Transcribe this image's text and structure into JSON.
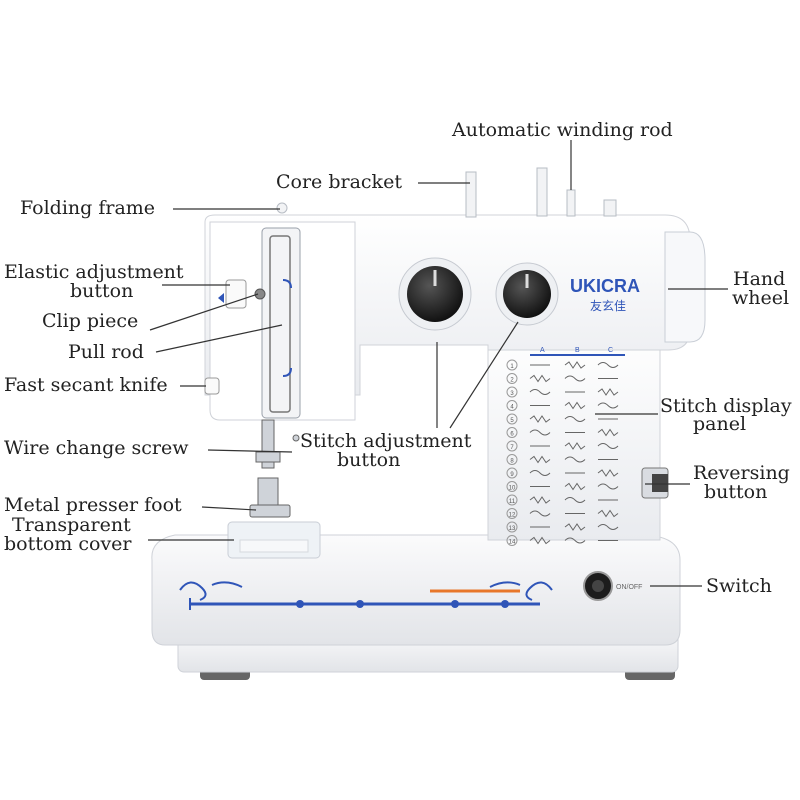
{
  "brand": {
    "logo_text": "UKICRA",
    "logo_subtext": "友玄佳"
  },
  "labels": {
    "automatic_winding_rod": "Automatic winding rod",
    "core_bracket": "Core bracket",
    "folding_frame": "Folding frame",
    "elastic_adjustment_line1": "Elastic adjustment",
    "elastic_adjustment_line2": "button",
    "clip_piece": "Clip piece",
    "pull_rod": "Pull rod",
    "fast_secant_knife": "Fast secant knife",
    "wire_change_screw": "Wire change screw",
    "metal_presser_foot": "Metal presser foot",
    "transparent_bottom_cover_line1": "Transparent",
    "transparent_bottom_cover_line2": "bottom cover",
    "stitch_adjustment_line1": "Stitch adjustment",
    "stitch_adjustment_line2": "button",
    "hand_wheel_line1": "Hand",
    "hand_wheel_line2": "wheel",
    "stitch_display_line1": "Stitch display",
    "stitch_display_line2": "panel",
    "reversing_line1": "Reversing",
    "reversing_line2": "button",
    "switch": "Switch"
  },
  "stitch_panel": {
    "columns": [
      "A",
      "B",
      "C"
    ],
    "rows": [
      "1",
      "2",
      "3",
      "4",
      "5",
      "6",
      "7",
      "8",
      "9",
      "10",
      "11",
      "12",
      "13",
      "14"
    ]
  },
  "switch_text": "ON/OFF",
  "colors": {
    "machine_body": "#f4f5f7",
    "accent_blue": "#2f55b8",
    "accent_orange": "#e8772a",
    "dial_black": "#1a1a1a",
    "leader_line": "#333333"
  }
}
